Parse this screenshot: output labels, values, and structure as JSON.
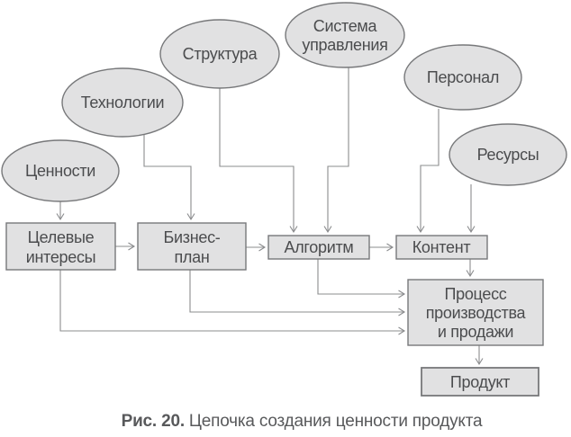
{
  "figure": {
    "caption_prefix": "Рис. 20.",
    "caption_text": "Цепочка создания ценности продукта"
  },
  "colors": {
    "node_fill": "#e1e1e2",
    "node_border": "#77787a",
    "edge_line": "#8b8c8e",
    "node_text": "#4b4c4e",
    "caption_text": "#58595b",
    "background": "#ffffff"
  },
  "diagram": {
    "type": "flowchart",
    "nodes": {
      "values": {
        "shape": "ellipse",
        "label": "Ценности"
      },
      "technologies": {
        "shape": "ellipse",
        "label": "Технологии"
      },
      "structure": {
        "shape": "ellipse",
        "label": "Структура"
      },
      "management_system": {
        "shape": "ellipse",
        "lines": [
          "Система",
          "управления"
        ]
      },
      "personnel": {
        "shape": "ellipse",
        "label": "Персонал"
      },
      "resources": {
        "shape": "ellipse",
        "label": "Ресурсы"
      },
      "target_interests": {
        "shape": "rect",
        "lines": [
          "Целевые",
          "интересы"
        ]
      },
      "business_plan": {
        "shape": "rect",
        "lines": [
          "Бизнес-",
          "план"
        ]
      },
      "algorithm": {
        "shape": "rect",
        "label": "Алгоритм"
      },
      "content": {
        "shape": "rect",
        "label": "Контент"
      },
      "production_process": {
        "shape": "rect",
        "lines": [
          "Процесс",
          "производства",
          "и продажи"
        ]
      },
      "product": {
        "shape": "rect",
        "label": "Продукт"
      }
    },
    "edges": [
      {
        "from": "values",
        "to": "target_interests"
      },
      {
        "from": "technologies",
        "to": "business_plan"
      },
      {
        "from": "structure",
        "to": "algorithm"
      },
      {
        "from": "management_system",
        "to": "algorithm"
      },
      {
        "from": "personnel",
        "to": "content"
      },
      {
        "from": "resources",
        "to": "content"
      },
      {
        "from": "target_interests",
        "to": "business_plan"
      },
      {
        "from": "business_plan",
        "to": "algorithm"
      },
      {
        "from": "algorithm",
        "to": "content"
      },
      {
        "from": "content",
        "to": "production_process"
      },
      {
        "from": "algorithm",
        "to": "production_process"
      },
      {
        "from": "business_plan",
        "to": "production_process"
      },
      {
        "from": "target_interests",
        "to": "production_process"
      },
      {
        "from": "production_process",
        "to": "product"
      }
    ]
  }
}
